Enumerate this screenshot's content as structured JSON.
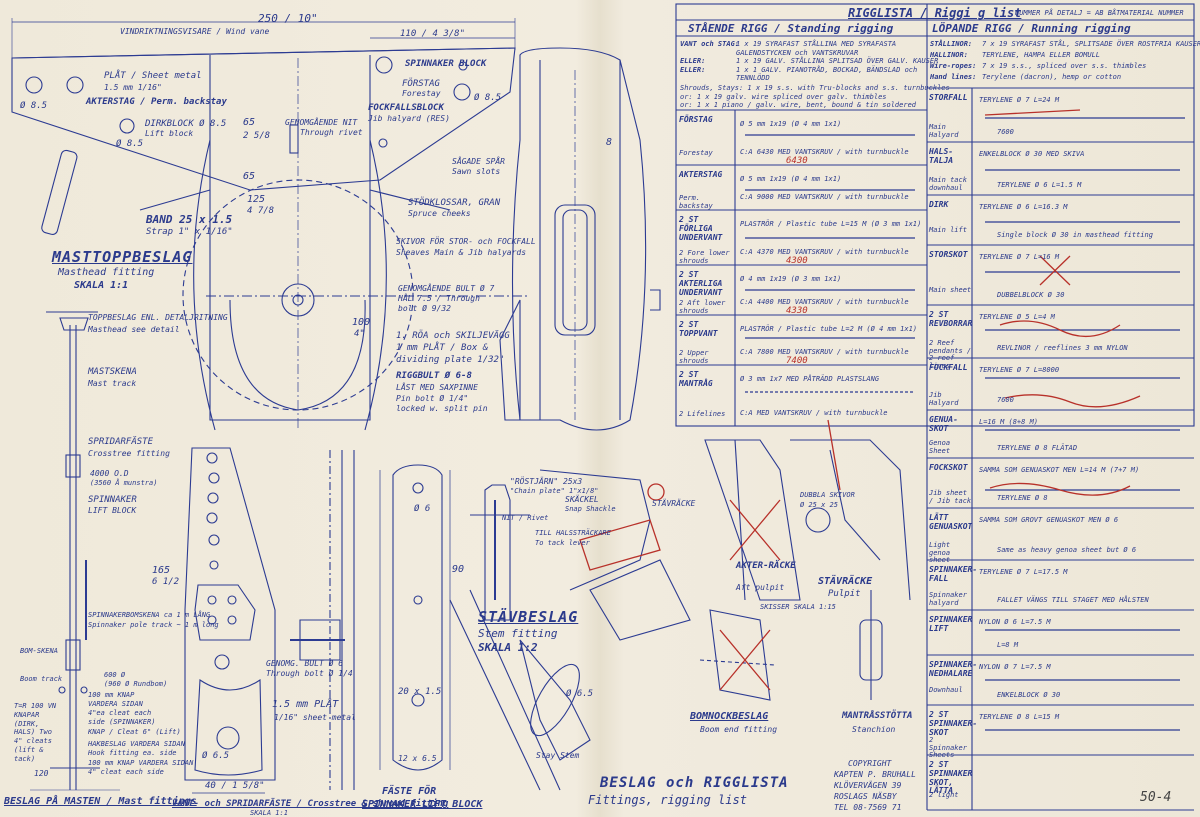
{
  "masthead": {
    "dim_top": "250 / 10\"",
    "dim_right": "110 / 4 3/8\"",
    "wind_indicator": "VINDRIKTNINGSVISARE / Wind vane",
    "plate": "PLÅT / Sheet metal",
    "plate_thk": "1.5 mm 1/16\"",
    "backstay": "AKTERSTAG / Perm. backstay",
    "hole_left": "Ø 8.5",
    "topping_block": "DIRKBLOCK Ø 8.5",
    "topping_block_en": "Lift block",
    "hole_second": "Ø 8.5",
    "spinnaker_block": "SPINNAKER BLOCK",
    "forestay": "FÖRSTAG",
    "forestay_en": "Forestay",
    "hole_right": "Ø 8.5",
    "dim_65_top": "65",
    "dim_65_in": "2 5/8",
    "rivet": "GENOMGÅENDE NIT",
    "rivet_en": "Through rivet",
    "jib_block": "FOCKFALLSBLOCK",
    "jib_block_en": "Jib halyard (RES)",
    "sawn_slots": "SÅGADE SPÅR",
    "sawn_slots_en": "Sawn slots",
    "dim_8": "8",
    "dim_65_mid": "65",
    "dim_125": "125",
    "dim_125_in": "4 7/8",
    "band": "BAND 25 x 1.5",
    "band_en": "Strap 1\" x 1/16\"",
    "cheeks": "STÖDKLOSSAR, GRAN",
    "cheeks_en": "Spruce cheeks",
    "sheaves": "SKIVOR FÖR STOR- och FOCKFALL",
    "sheaves_en": "Sheaves Main & Jib halyards",
    "title": "MASTTOPPBESLAG",
    "title_en": "Masthead fitting",
    "scale": "SKALA 1:1",
    "bolt": "GENOMGÅENDE BULT Ø 7",
    "bolt_hole": "HÅL 7.5 / Through",
    "bolt_en": "bolt Ø 9/32",
    "dim_100": "100",
    "dim_100_in": "4\"",
    "divider": "1. RÖA och SKILJEVÄGG",
    "divider_2": "1 mm PLÅT / Box &",
    "divider_en": "dividing plate 1/32\"",
    "pin": "RIGGBULT Ø 6-8",
    "pin_2": "LÅST MED SAXPINNE",
    "pin_en": "Pin bolt Ø 1/4\"",
    "pin_en2": "locked w. split pin"
  },
  "mast": {
    "ref": "TOPPBESLAG ENL. DETALJRITNING",
    "ref_en": "Masthead see detail",
    "track": "MASTSKENA",
    "track_en": "Mast track",
    "spreader": "SPRIDARFÄSTE",
    "spreader_en": "Crosstree fitting",
    "height1": "4000 O.D",
    "height1_sub": "(3560 Å munstra)",
    "spin_block": "SPINNAKER",
    "spin_block_en": "LIFT BLOCK",
    "dim_165": "165",
    "dim_165_in": "6 1/2",
    "spin_track": "SPINNAKERBOMSKENA ca 1 m LÅNG",
    "spin_track_en": "Spinnaker pole track ~ 1 m long",
    "h600": "600 Ø",
    "h600_sub": "(960 Ø Rundbom)",
    "knob1": "100 mm KNAP",
    "knob1_2": "VARDERA SIDAN",
    "knob1_en": "4\"ea cleat each",
    "knob1_en2": "side (SPINNAKER)",
    "knob2": "KNAP / Cleat 6\" (Lift)",
    "boom_track": "BOM-SKENA",
    "boom_track_en": "Boom track",
    "hook": "HAKBESLAG VARDERA SIDAN",
    "hook_en": "Hook fitting ea. side",
    "knob3": "100 mm KNAP VARDERA SIDAN",
    "knob3_en": "4\" cleat each side",
    "left_notes": "T=R 100 VN KNAPAR (DIRK, HALS) Two 4\" cleats (lift & tack)",
    "dim_120": "120",
    "caption": "BESLAG PÅ MASTEN / Mast fittings"
  },
  "spreader_fitting": {
    "dim_65": "Ø 6.5",
    "dim_40": "40 / 1 5/8\"",
    "bolt": "GENOMG. BULT Ø 6",
    "bolt_en": "Through bolt Ø 1/4",
    "plate": "1.5 mm PLÅT",
    "plate_en": "1/16\" sheet metal",
    "caption": "VANT- och SPRIDARFÄSTE / Crosstree & shroud fitting",
    "scale": "SKALA 1:1"
  },
  "lift_block": {
    "dim_6": "Ø 6",
    "dim_90": "90",
    "dim_20": "20 x 1.5",
    "dim_12": "12 x 6.5",
    "caption": "FÄSTE FÖR",
    "caption2": "SPINNAKER LIFT BLOCK"
  },
  "stem": {
    "title": "STÄVBESLAG",
    "title_en": "Stem fitting",
    "scale": "SKALA 1:2",
    "chain": "\"RÖSTJÄRN\" 25x3",
    "chain_en": "\"Chain plate\" 1\"x1/8\"",
    "shackle": "SKÄCKEL",
    "shackle_en": "Snap Shackle",
    "tack": "NIT / Rivet",
    "lever": "TILL HALSSTRÄCKARE",
    "lever_en": "To tack lever",
    "pulpit": "STÄVRÄCKE",
    "pulpit_top": "STÄVRÄCKE",
    "stem_en": "Stay Stem",
    "dim": "Ø 6.5"
  },
  "stern": {
    "aft": "AKTER-RÄCKE",
    "aft_en": "Aft pulpit",
    "pulpit": "STÄVRÄCKE",
    "pulpit_en": "Pulpit",
    "scale": "SKISSER SKALA 1:15",
    "boom": "BOMNOCKBESLAG",
    "boom_en": "Boom end fitting",
    "support": "MANTRÅSSTÖTTA",
    "support_en": "Stanchion",
    "main": "DUBBLA SKIVOR",
    "sub_dim": "Ø 25 x 25"
  },
  "titleblock": {
    "title": "BESLAG och RIGGLISTA",
    "title_en": "Fittings, rigging list",
    "copyright": "COPYRIGHT",
    "author": "KAPTEN P. BRUHALL",
    "address": "KLÖVERVÄGEN 39",
    "city": "ROSLAGS NÄSBY",
    "phone": "TEL 08-7569 71",
    "page": "50-4"
  },
  "rig_list": {
    "header": "RIGGLISTA / Riggi g list",
    "header_note": "NUMMER PÅ DETALJ = AB BÅTMATERIAL NUMMER",
    "standing": "STÅENDE RIGG / Standing rigging",
    "running": "LÖPANDE RIGG / Running rigging",
    "standing_intro": [
      [
        "VANT och STAG:",
        "1 x 19 SYRAFAST STÅLLINA MED SYRAFASTA"
      ],
      [
        "",
        "GALENDSTYCKEN och VANTSKRUVAR"
      ],
      [
        "ELLER:",
        "1 x 19 GALV. STÅLLINA SPLITSAD ÖVER GALV. KAUSER"
      ],
      [
        "ELLER:",
        "1 x 1 GALV. PIANOTRÅD, BOCKAD, BÄNDSLAD och"
      ],
      [
        "",
        "TENNLÖDD"
      ]
    ],
    "standing_intro_en": [
      "Shrouds, Stays: 1 x 19 s.s. with Tru-blocks and s.s. turnbuckles",
      "or: 1 x 19 galv. wire spliced over galv. thimbles",
      "or: 1 x 1 piano / galv. wire, bent, bound & tin soldered"
    ],
    "running_intro": [
      [
        "STÅLLINOR:",
        "7 x 19 SYRAFAST STÅL, SPLITSADE ÖVER ROSTFRIA KAUSER"
      ],
      [
        "HALLINOR:",
        "TERYLENE, HAMPA ELLER BOMULL"
      ],
      [
        "Wire-ropes:",
        "7 x 19 s.s., spliced over s.s. thimbles"
      ],
      [
        "Hand lines:",
        "Terylene (dacron), hemp or cotton"
      ]
    ],
    "standing_rows": [
      {
        "sv": "FÖRSTAG",
        "en": "Forestay",
        "spec": "Ø 5 mm 1x19 (Ø 4 mm 1x1)",
        "note": "C:A 6430 MED VANTSKRUV / with turnbuckle",
        "red": "6430"
      },
      {
        "sv": "AKTERSTAG",
        "en": "Perm. backstay",
        "spec": "Ø 5 mm 1x19 (Ø 4 mm 1x1)",
        "note": "C:A 9000 MED VANTSKRUV / with turnbuckle",
        "red": ""
      },
      {
        "sv": "2 ST FÖRLIGA UNDERVANT",
        "en": "2 Fore lower shrouds",
        "spec": "PLASTRÖR / Plastic tube L=15 M (Ø 3 mm 1x1)",
        "note": "C:A 4370 MED VANTSKRUV / with turnbuckle",
        "red": "4300"
      },
      {
        "sv": "2 ST AKTERLIGA UNDERVANT",
        "en": "2 Aft lower shrouds",
        "spec": "Ø 4 mm 1x19 (Ø 3 mm 1x1)",
        "note": "C:A 4400 MED VANTSKRUV / with turnbuckle",
        "red": "4330"
      },
      {
        "sv": "2 ST TOPPVANT",
        "en": "2 Upper shrouds",
        "spec": "PLASTRÖR / Plastic tube L=2 M (Ø 4 mm 1x1)",
        "note": "C:A 7800 MED VANTSKRUV / with turnbuckle",
        "red": "7400"
      },
      {
        "sv": "2 ST MANTRÅG",
        "en": "2 Lifelines",
        "spec": "Ø 3 mm 1x7 MED PÅTRÄDD PLASTSLANG",
        "note": "C:A MED VANTSKRUV / with turnbuckle",
        "red": ""
      }
    ],
    "running_rows": [
      {
        "sv": "STORFALL",
        "en": "Main Halyard",
        "spec": "TERYLENE Ø 7 L=24 M",
        "sub": "7600"
      },
      {
        "sv": "HALS-TALJA",
        "en": "Main tack downhaul",
        "spec": "ENKELBLOCK Ø 30 MED SKIVA",
        "sub": "TERYLENE Ø 6 L=1.5 M"
      },
      {
        "sv": "DIRK",
        "en": "Main lift",
        "spec": "TERYLENE Ø 6 L=16.3 M",
        "sub": "Single block Ø 30 in masthead fitting"
      },
      {
        "sv": "STORSKOT",
        "en": "Main sheet",
        "spec": "TERYLENE Ø 7 L=16 M",
        "sub": "DUBBELBLOCK Ø 30"
      },
      {
        "sv": "2 ST REVBORRAR",
        "en": "2 Reef pendants / 2 reef lines",
        "spec": "TERYLENE Ø 5 L=4 M",
        "sub": "REVLINOR / reeflines 3 mm NYLON"
      },
      {
        "sv": "FOCKFALL",
        "en": "Jib Halyard",
        "spec": "TERYLENE Ø 7 L=8000",
        "sub": "7600"
      },
      {
        "sv": "GENUA-SKOT",
        "en": "Genoa Sheet",
        "spec": "L=16 M (8+8 M)",
        "sub": "TERYLENE Ø 8 FLÄTAD"
      },
      {
        "sv": "FOCKSKOT",
        "en": "Jib sheet / Jib tack",
        "spec": "SAMMA SOM GENUASKOT MEN L=14 M (7+7 M)",
        "sub": "TERYLENE Ø 8"
      },
      {
        "sv": "LÄTT GENUASKOT",
        "en": "Light genoa sheet",
        "spec": "SAMMA SOM GROVT GENUASKOT MEN Ø 6",
        "sub": "Same as heavy genoa sheet but Ø 6"
      },
      {
        "sv": "SPINNAKER-FALL",
        "en": "Spinnaker halyard",
        "spec": "TERYLENE Ø 7 L=17.5 M",
        "sub": "FALLET VÄNGS TILL STAGET MED HÅLSTEN"
      },
      {
        "sv": "SPINNAKER LIFT",
        "en": "",
        "spec": "NYLON Ø 6 L=7.5 M",
        "sub": "L=8 M"
      },
      {
        "sv": "SPINNAKER-NEDHALARE",
        "en": "Downhaul",
        "spec": "NYLON Ø 7 L=7.5 M",
        "sub": "ENKELBLOCK Ø 30"
      },
      {
        "sv": "2 ST SPINNAKER-SKOT",
        "en": "2 Spinnaker Sheets",
        "spec": "TERYLENE Ø 8 L=15 M",
        "sub": ""
      },
      {
        "sv": "2 ST SPINNAKER SKOT, LÄTTA",
        "en": "2 light",
        "spec": "",
        "sub": ""
      }
    ]
  }
}
